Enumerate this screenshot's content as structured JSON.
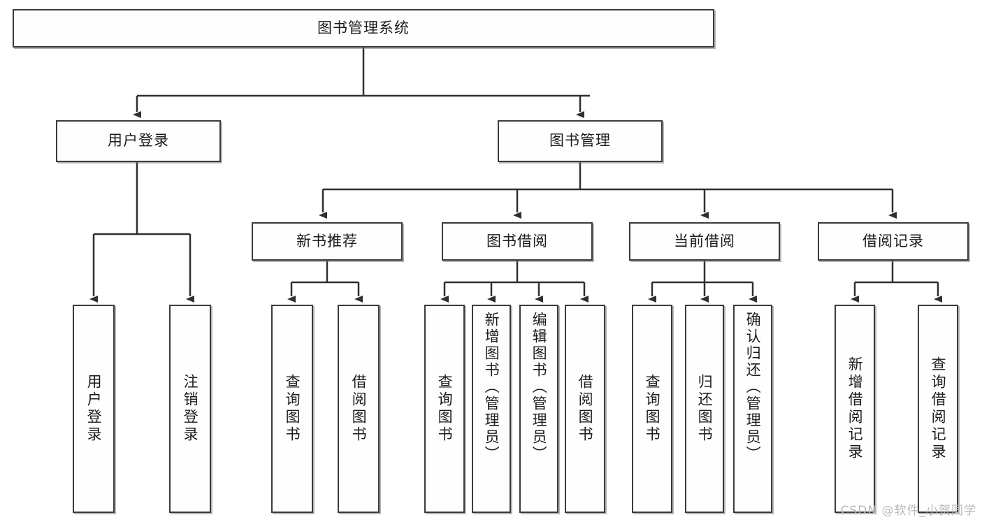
{
  "diagram": {
    "title": "图书管理系统",
    "type": "tree-hierarchy",
    "watermark": "CSDN @软件_小贺同学",
    "colors": {
      "background": "#ffffff",
      "node_fill": "#fefefe",
      "node_border": "#3b3b3b",
      "edge": "#2f2f2f",
      "text": "#1c1c1c",
      "watermark": "#b9b9b9"
    },
    "levels": {
      "root": "图书管理系统",
      "level2": [
        "用户登录",
        "图书管理"
      ],
      "level3": [
        "新书推荐",
        "图书借阅",
        "当前借阅",
        "借阅记录"
      ]
    }
  },
  "nodes": {
    "root": {
      "label": "图书管理系统"
    },
    "user_login": {
      "label": "用户登录"
    },
    "book_manage": {
      "label": "图书管理"
    },
    "new_book_rec": {
      "label": "新书推荐"
    },
    "book_borrow": {
      "label": "图书借阅"
    },
    "current_borrow": {
      "label": "当前借阅"
    },
    "borrow_record": {
      "label": "借阅记录"
    },
    "leaf_user_login": {
      "label": "用户登录"
    },
    "leaf_logout": {
      "label": "注销登录"
    },
    "leaf_query_book_1": {
      "label": "查询图书"
    },
    "leaf_borrow_book_1": {
      "label": "借阅图书"
    },
    "leaf_query_book_2": {
      "label": "查询图书"
    },
    "leaf_add_book": {
      "label": "新增图书（管理员）"
    },
    "leaf_edit_book": {
      "label": "编辑图书（管理员）"
    },
    "leaf_borrow_book_2": {
      "label": "借阅图书"
    },
    "leaf_query_book_3": {
      "label": "查询图书"
    },
    "leaf_return_book": {
      "label": "归还图书"
    },
    "leaf_confirm_return": {
      "label": "确认归还（管理员）"
    },
    "leaf_add_record": {
      "label": "新增借阅记录"
    },
    "leaf_query_record": {
      "label": "查询借阅记录"
    }
  }
}
